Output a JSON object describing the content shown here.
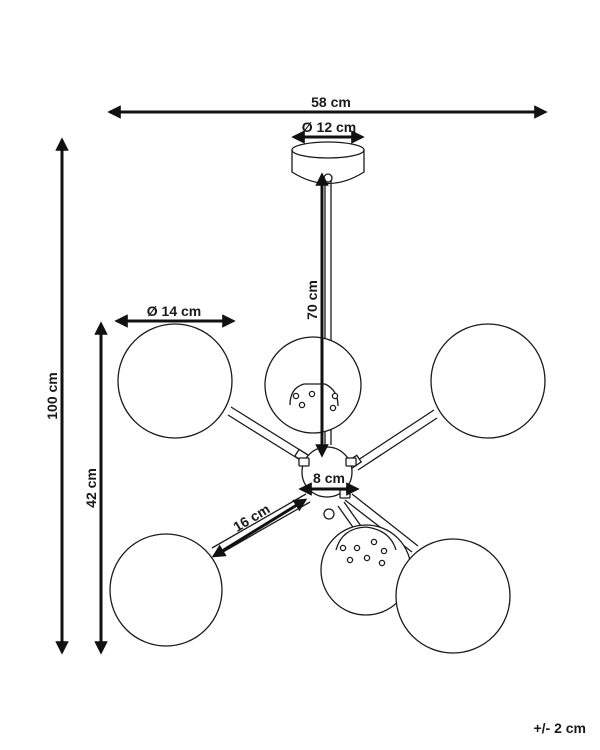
{
  "dimensions": {
    "width_total": "58 cm",
    "canopy_diameter": "Ø 12 cm",
    "rod_length": "70 cm",
    "height_total": "100 cm",
    "shade_diameter": "Ø 14 cm",
    "body_height": "42 cm",
    "arm_length": "16 cm",
    "hub_diameter": "8 cm"
  },
  "tolerance": "+/- 2 cm",
  "colors": {
    "line": "#1a1a1a",
    "background": "#ffffff"
  }
}
